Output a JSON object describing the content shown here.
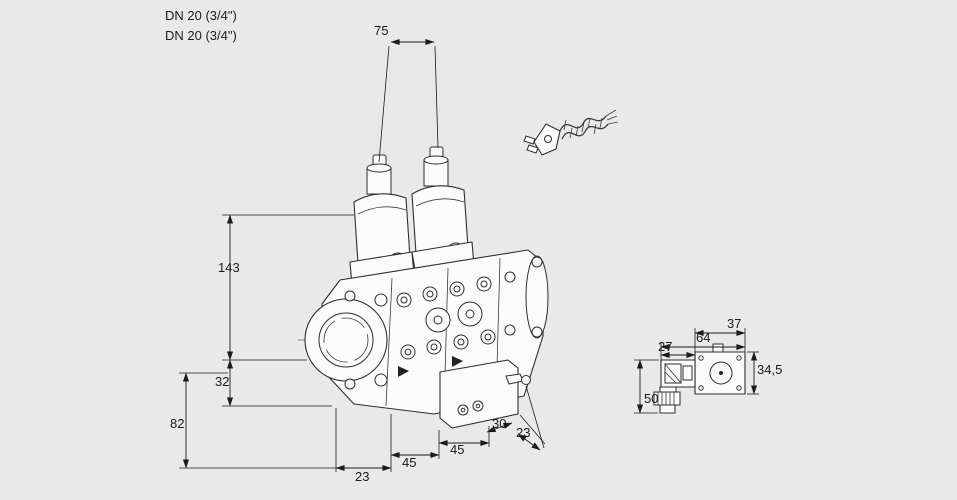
{
  "colors": {
    "background": "#e9e9e9",
    "line": "#2e2e2e",
    "dimension_line": "#1b1b1b"
  },
  "labels": {
    "dn1": "DN 20 (3/4\")",
    "dn2": "DN 20 (3/4\")"
  },
  "dims": {
    "d75": "75",
    "d143": "143",
    "d32": "32",
    "d82": "82",
    "d23a": "23",
    "d45a": "45",
    "d45b": "45",
    "d30": "30",
    "d23b": "23",
    "d27": "27",
    "d64": "64",
    "d37": "37",
    "d34_5": "34,5",
    "d50": "50"
  },
  "icons": {
    "cable_plug": "cable-plug-drawing",
    "valve": "double-solenoid-valve-drawing",
    "side_view": "solenoid-side-view-drawing"
  }
}
